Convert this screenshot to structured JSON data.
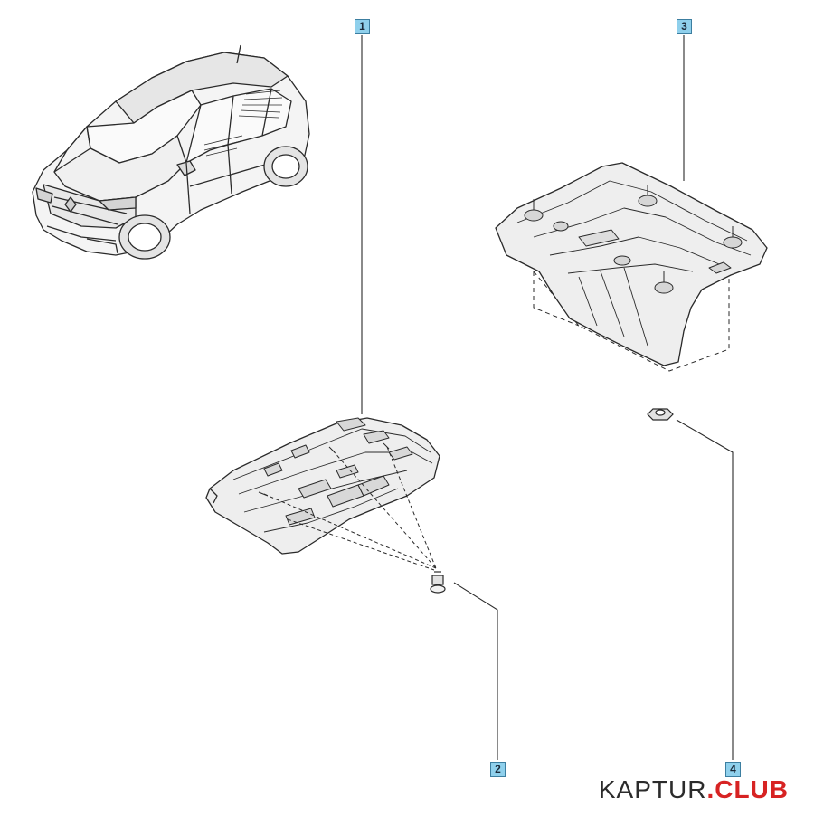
{
  "callouts": [
    {
      "id": "1",
      "label": "1"
    },
    {
      "id": "2",
      "label": "2"
    },
    {
      "id": "3",
      "label": "3"
    },
    {
      "id": "4",
      "label": "4"
    }
  ],
  "watermark": {
    "brand": "KAPTUR",
    "dot": ".",
    "suffix": "CLUB",
    "brand_color": "#2b2b2b",
    "suffix_color": "#d72323"
  },
  "colors": {
    "line": "#2a2a2a",
    "part_fill": "#eeeeee",
    "callout_fill": "#8fd0ec",
    "callout_border": "#3c7ea0"
  }
}
